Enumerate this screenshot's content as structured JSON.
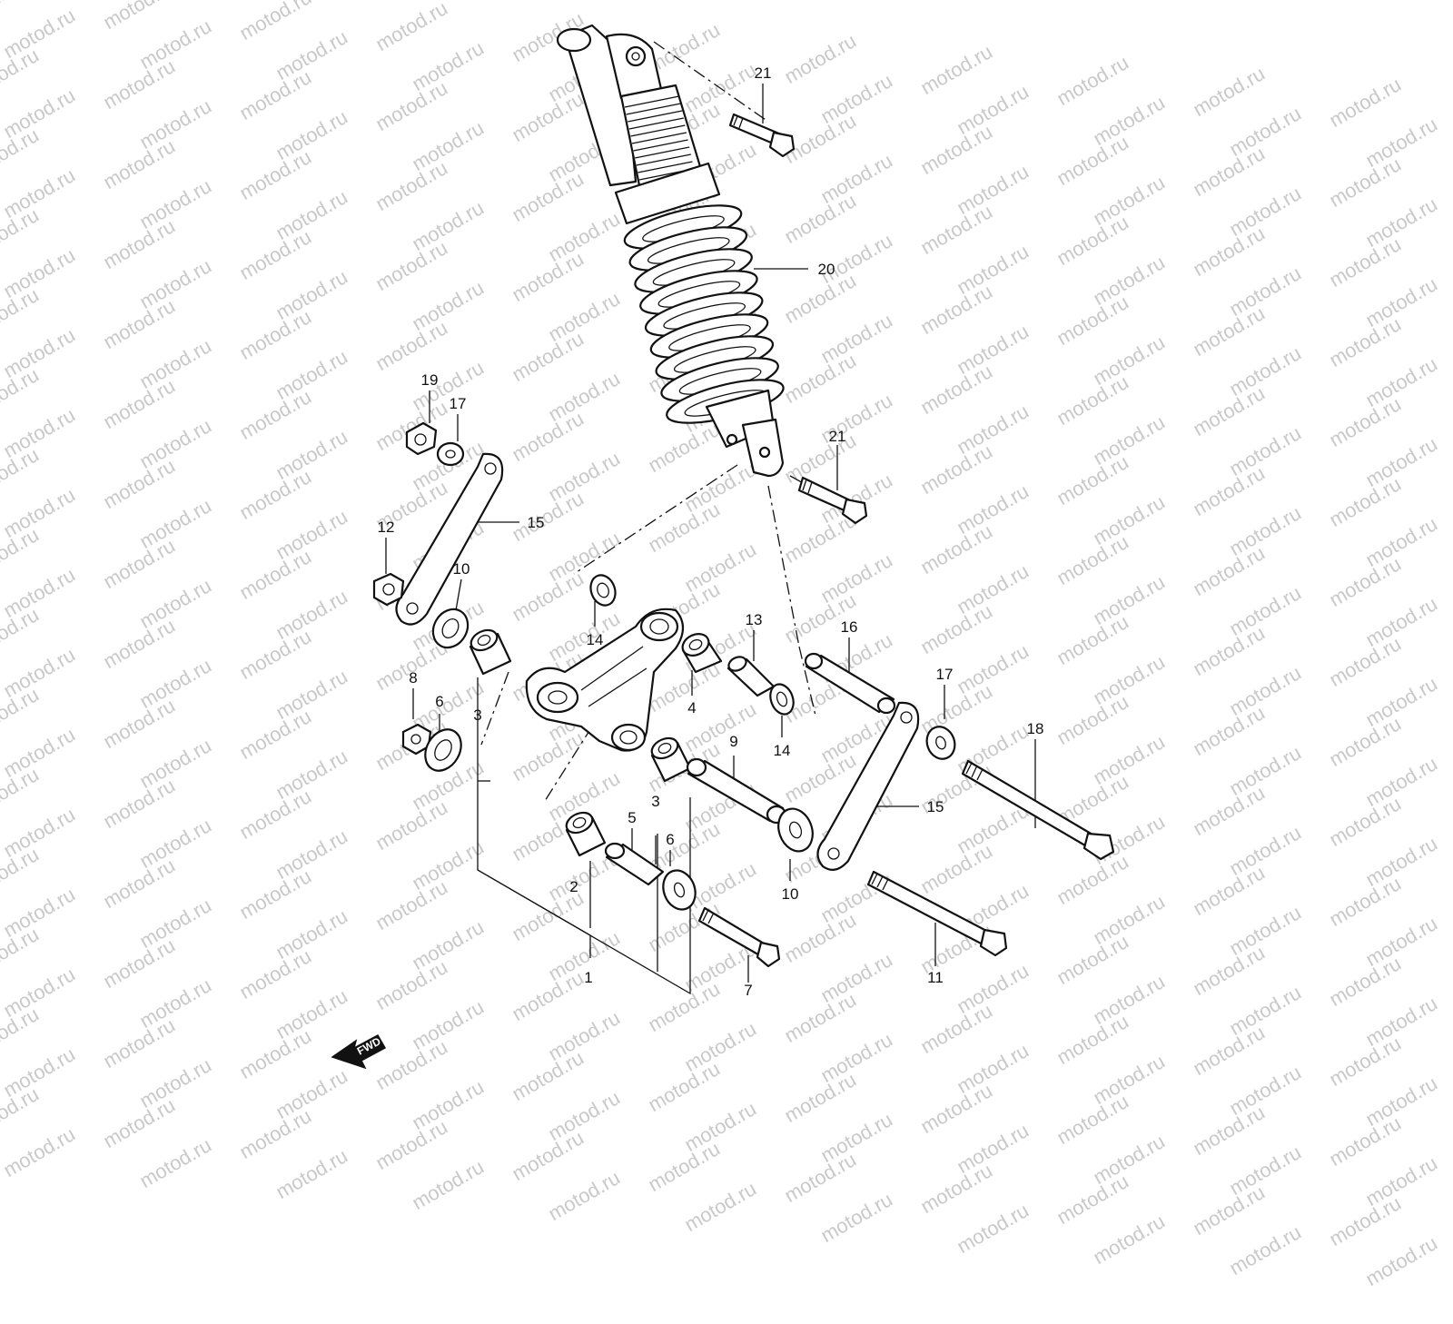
{
  "watermark": {
    "text": "motod.ru"
  },
  "callouts": [
    "1",
    "2",
    "3",
    "3",
    "4",
    "5",
    "6",
    "6",
    "7",
    "8",
    "9",
    "10",
    "10",
    "11",
    "12",
    "13",
    "14",
    "14",
    "15",
    "15",
    "16",
    "17",
    "17",
    "18",
    "19",
    "20",
    "21",
    "21"
  ],
  "fwd_label": "FWD",
  "colors": {
    "line": "#111111",
    "watermark": "#c9c9c9",
    "background": "#ffffff"
  },
  "icons": [
    "fwd-arrow-icon"
  ]
}
